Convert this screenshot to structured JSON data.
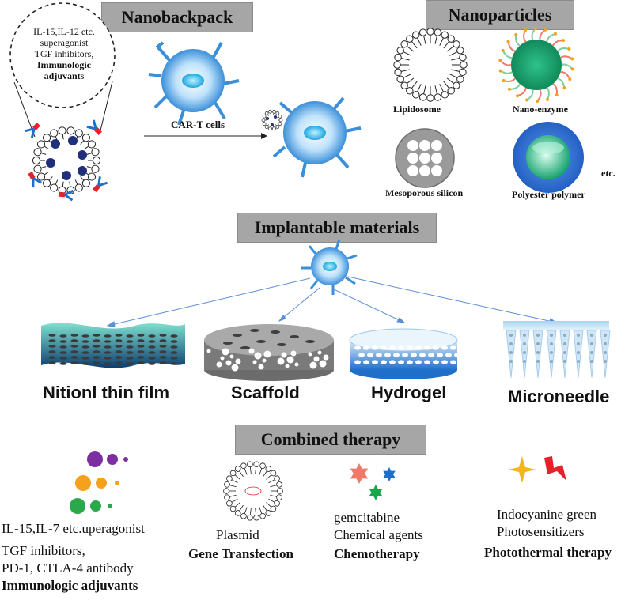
{
  "headers": {
    "nanobackpack": "Nanobackpack",
    "nanoparticles": "Nanoparticles",
    "implantable": "Implantable materials",
    "combined": "Combined therapy"
  },
  "nanobackpack": {
    "bubble_lines": [
      "IL-15,IL-12 etc.",
      "superagonist",
      "TGF inhibitors,"
    ],
    "bubble_bold": [
      "Immunologic",
      "adjuvants"
    ],
    "car_t_label": "CAR-T cells"
  },
  "nanoparticles": {
    "items": [
      "Lipidosome",
      "Nano-enzyme",
      "Mesoporous silicon",
      "Polyester polymer"
    ],
    "etc": "etc."
  },
  "implantable": {
    "materials": [
      "Nitionl thin film",
      "Scaffold",
      "Hydrogel",
      "Microneedle"
    ]
  },
  "combined": {
    "col1": [
      "IL-15,IL-7 etc.uperagonist",
      "TGF inhibitors,",
      "PD-1, CTLA-4 antibody"
    ],
    "col1_bold": "Immunologic adjuvants",
    "col2": [
      "Plasmid"
    ],
    "col2_bold": "Gene Transfection",
    "col3": [
      "gemcitabine",
      "Chemical agents"
    ],
    "col3_bold": "Chemotherapy",
    "col4": [
      "Indocyanine green",
      "Photosensitizers"
    ],
    "col4_bold": "Photothermal therapy"
  },
  "colors": {
    "header_bg": "#a6a6a6",
    "cell_blue": "#3b8fd9",
    "nucleus": "#1fa6e0",
    "enzyme_green": "#1a9a6a",
    "polymer_blue": "#2f6fd1",
    "purple": "#7b2fa0",
    "orange": "#f5a11a",
    "green": "#2aa84a",
    "star_pink": "#f07a6a",
    "star_blue": "#1f6fc9",
    "star_green": "#1aa64a",
    "star_yellow": "#f2b71c",
    "bolt_red": "#e4222a"
  }
}
